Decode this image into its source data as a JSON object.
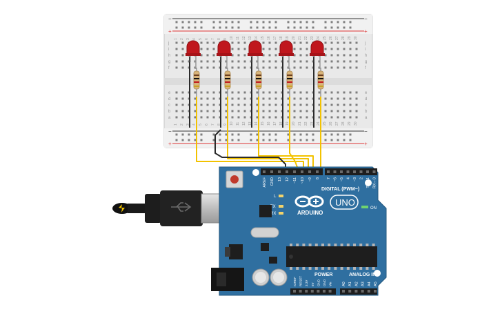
{
  "breadboard": {
    "rail_plus": "+",
    "rail_minus": "−",
    "row_letters_top": [
      "j",
      "i",
      "h",
      "g",
      "f"
    ],
    "row_letters_bottom": [
      "e",
      "d",
      "c",
      "b",
      "a"
    ],
    "column_numbers": [
      "1",
      "2",
      "3",
      "4",
      "5",
      "6",
      "7",
      "8",
      "9",
      "10",
      "11",
      "12",
      "13",
      "14",
      "15",
      "16",
      "17",
      "18",
      "19",
      "20",
      "21",
      "22",
      "23",
      "24",
      "25",
      "26",
      "27",
      "28",
      "29",
      "30"
    ],
    "led_count": 5,
    "led_color": "#c0171d",
    "resistor_color": "#d9b47a"
  },
  "arduino": {
    "board_color": "#2f6fa0",
    "model": "UNO",
    "brand": "ARDUINO",
    "digital_header_label": "DIGITAL (PWM~)",
    "digital_pins": [
      "AREF",
      "GND",
      "13",
      "12",
      "~11",
      "~10",
      "~9",
      "8",
      "7",
      "~6",
      "~5",
      "4",
      "~3",
      "2",
      "TX→1",
      "RX←0"
    ],
    "power_label": "POWER",
    "power_pins": [
      "IOREF",
      "RESET",
      "3.3V",
      "5V",
      "GND",
      "GND",
      "Vin"
    ],
    "analog_label": "ANALOG IN",
    "analog_pins": [
      "A0",
      "A1",
      "A2",
      "A3",
      "A4",
      "A5"
    ],
    "led_labels": [
      "L",
      "TX",
      "RX"
    ],
    "on_label": "ON"
  },
  "wires": {
    "signal_color": "#f2c200",
    "ground_color": "#2b2b2b"
  }
}
